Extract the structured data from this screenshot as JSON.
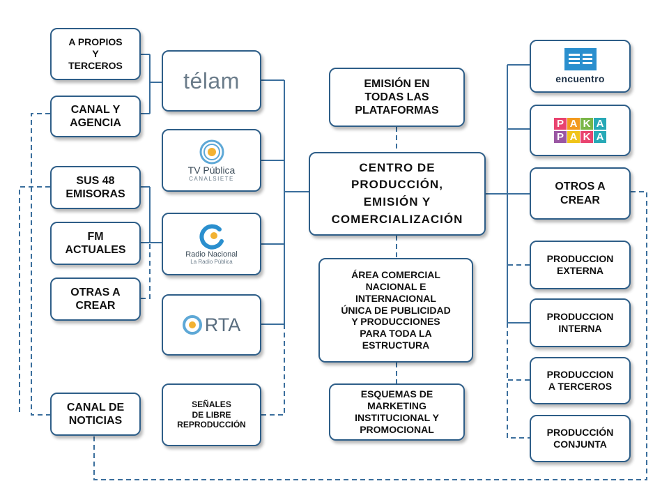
{
  "center": {
    "main": "CENTRO  DE\nPRODUCCIÓN,\nEMISIÓN  Y\nCOMERCIALIZACIÓN",
    "top": "EMISIÓN EN\nTODAS LAS\nPLATAFORMAS",
    "commercial": "ÁREA COMERCIAL\nNACIONAL E\nINTERNACIONAL\nÚNICA DE PUBLICIDAD\nY PRODUCCIONES\nPARA TODA LA\nESTRUCTURA",
    "marketing": "ESQUEMAS DE\nMARKETING\nINSTITUCIONAL Y\nPROMOCIONAL"
  },
  "left_outer": {
    "propios": "A PROPIOS\nY\nTERCEROS",
    "canal_agencia": "CANAL Y\nAGENCIA",
    "emisoras": "SUS 48\nEMISORAS",
    "fm": "FM\nACTUALES",
    "otras": "OTRAS A\nCREAR",
    "canal_noticias": "CANAL DE\nNOTICIAS"
  },
  "left_logos": {
    "telam": "télam",
    "tv_publica": "TV Pública",
    "tv_publica_sub": "CANALSIETE",
    "radio_nacional": "Radio Nacional",
    "radio_nacional_sub": "La Radio Pública",
    "rta": "RTA",
    "senales": "SEÑALES\nDE LIBRE\nREPRODUCCIÓN"
  },
  "right": {
    "encuentro": "encuentro",
    "pakapaka_letters": [
      "P",
      "A",
      "K",
      "A",
      "P",
      "A",
      "K",
      "A"
    ],
    "otros": "OTROS  A\nCREAR",
    "prod_externa": "PRODUCCION\nEXTERNA",
    "prod_interna": "PRODUCCION\nINTERNA",
    "prod_terceros": "PRODUCCION\nA TERCEROS",
    "prod_conjunta": "PRODUCCIÓN\nCONJUNTA"
  },
  "colors": {
    "connector": "#3a6e9c",
    "box_border": "#2e5e88",
    "argentina_blue": "#5ea8d6",
    "sun_yellow": "#f2b233",
    "encuentro_blue": "#2a8fce",
    "pakapaka": [
      "#e9436f",
      "#f39a1e",
      "#7ab648",
      "#27a9b6",
      "#9a56a3",
      "#f0c419",
      "#e9436f",
      "#27a9b6"
    ]
  }
}
